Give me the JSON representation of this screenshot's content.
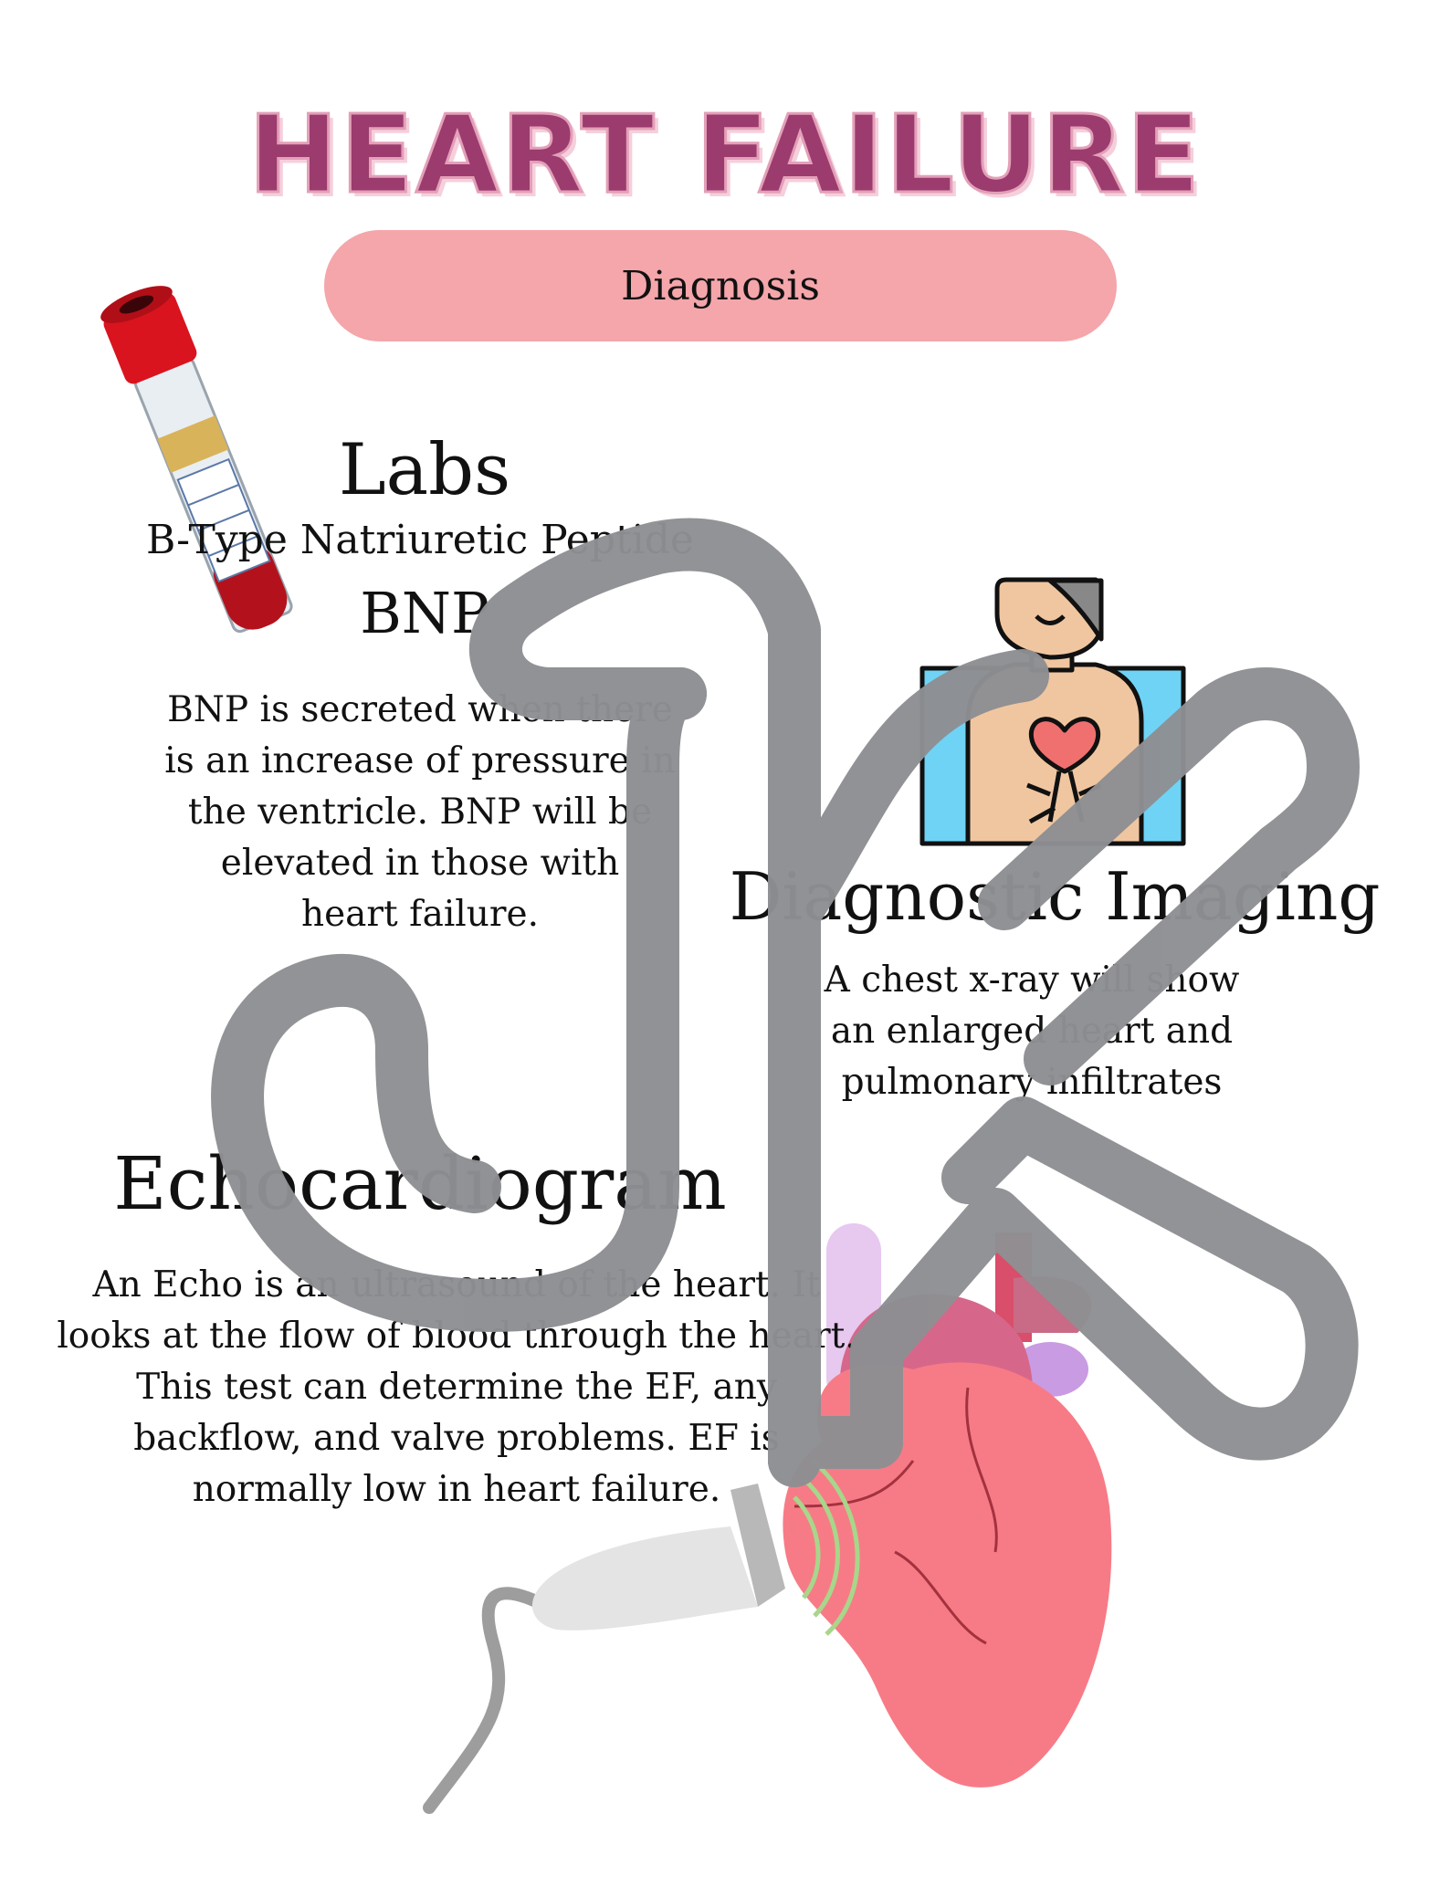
{
  "page": {
    "title": "HEART FAILURE",
    "subtitle": "Diagnosis"
  },
  "labs": {
    "heading": "Labs",
    "test_name": "B-Type Natriuretic Peptide",
    "abbreviation": "BNP",
    "description_lines": [
      "BNP is secreted when there",
      "is an increase of pressure in",
      "the ventricle. BNP will be",
      "elevated in those with",
      "heart failure."
    ]
  },
  "imaging": {
    "heading": "Diagnostic Imaging",
    "description_lines": [
      "A chest x-ray will show",
      "an enlarged heart and",
      "pulmonary infiltrates"
    ]
  },
  "echo": {
    "heading": "Echocardiogram",
    "description_lines": [
      "An Echo is an ultrasound of the heart. It",
      "looks at the flow of blood through the heart.",
      "This test can determine the EF, any",
      "backflow, and valve problems. EF is",
      "normally low in heart failure."
    ]
  },
  "colors": {
    "title": "#9b3b6e",
    "pill": "#f4a6ab",
    "watermark": "#8e8f93",
    "heart": "#f77b86"
  },
  "icons": [
    "blood-tube-icon",
    "chest-xray-icon",
    "heart-ultrasound-icon",
    "watermark-logo"
  ]
}
